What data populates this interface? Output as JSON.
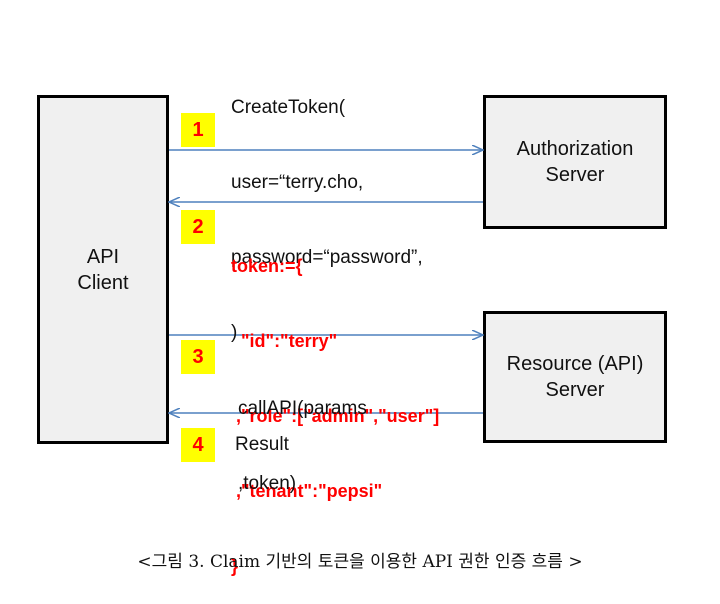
{
  "nodes": {
    "api_client": "API\nClient",
    "authorization_server": "Authorization\nServer",
    "resource_server": "Resource (API)\nServer"
  },
  "steps": [
    "1",
    "2",
    "3",
    "4"
  ],
  "messages": {
    "create_token": [
      "CreateToken(",
      "user=“terry.cho,",
      "password=“password”,",
      ")"
    ],
    "token": [
      "token:={",
      "  \"id\":\"terry\"",
      " ,\"role\":[\"admin\",\"user\"]",
      " ,\"tenant\":\"pepsi\"",
      "}"
    ],
    "call_api": [
      "callAPI(params",
      ",token)"
    ],
    "result": "Result"
  },
  "caption": "<그림 3. Claim 기반의 토큰을 이용한 API 권한 인증 흐름 >",
  "colors": {
    "arrow": "#4f81bd",
    "step_bg": "#ffff00",
    "step_fg": "#ff0000",
    "token_text": "#ff0000"
  }
}
